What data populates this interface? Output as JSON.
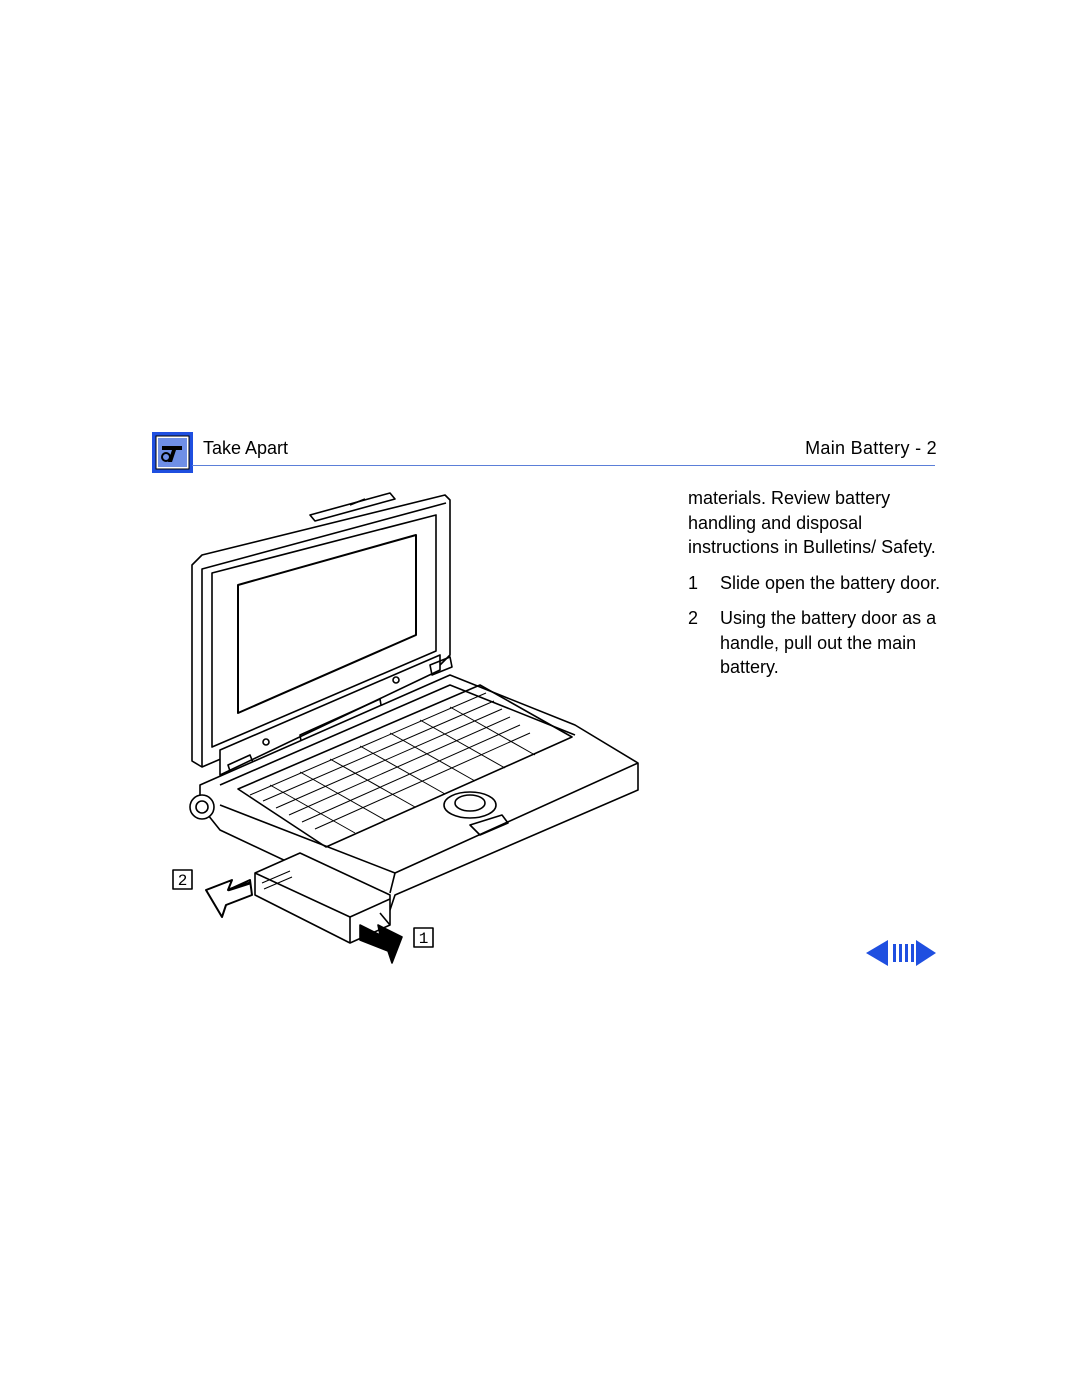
{
  "header": {
    "section_icon": "take-apart-tool-icon",
    "section_title": "Take Apart",
    "page_title": "Main Battery - 2"
  },
  "body": {
    "intro": "materials.   Review battery handling and disposal instructions in Bulletins/ Safety.",
    "steps": [
      {
        "number": "1",
        "text": "Slide open the battery door."
      },
      {
        "number": "2",
        "text": "Using the battery door as a handle, pull out the main battery."
      }
    ]
  },
  "illustration": {
    "callouts": [
      "1",
      "2"
    ]
  },
  "navigation": {
    "icons": [
      "previous-page-arrow-icon",
      "page-index-icon",
      "next-page-arrow-icon"
    ]
  },
  "colors": {
    "accent_blue": "#1f4fe0",
    "rule_blue": "#5b7fd8"
  }
}
